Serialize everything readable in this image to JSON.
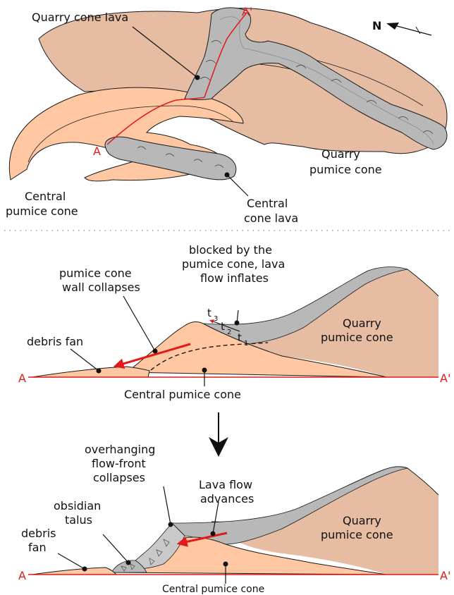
{
  "colors": {
    "central_cone": "#ffc8a2",
    "quarry_cone": "#e6bca2",
    "lava": "#b8b8b8",
    "lava_dark": "#8d8d8d",
    "section_line": "#e21a1a",
    "arrow": "#e21a1a",
    "outline": "#1a1a1a"
  },
  "map_view": {
    "quarry_lava_label": "Quarry cone lava",
    "north_label": "N",
    "section_start": "A",
    "section_end": "A'",
    "quarry_cone_label": [
      "Quarry",
      "pumice cone"
    ],
    "central_cone_label": [
      "Central",
      "pumice cone"
    ],
    "central_lava_label": [
      "Central",
      "cone lava"
    ]
  },
  "section1": {
    "blocked_label": [
      "blocked by the",
      "pumice cone, lava",
      "flow inflates"
    ],
    "wall_collapse_label": [
      "pumice cone",
      "wall collapses"
    ],
    "debris_label": "debris fan",
    "time_labels": {
      "t3": "t",
      "t3_sub": "3",
      "t2": "t",
      "t2_sub": "2",
      "t1": "t",
      "t1_sub": "1"
    },
    "quarry_cone_label": [
      "Quarry",
      "pumice cone"
    ],
    "central_cone_label": "Central pumice cone",
    "section_start": "A",
    "section_end": "A'"
  },
  "section2": {
    "overhang_label": [
      "overhanging",
      "flow-front",
      "collapses"
    ],
    "advance_label": [
      "Lava flow",
      "advances"
    ],
    "talus_label": [
      "obsidian",
      "talus"
    ],
    "debris_label": [
      "debris",
      "fan"
    ],
    "quarry_cone_label": [
      "Quarry",
      "pumice cone"
    ],
    "central_cone_label": "Central pumice cone",
    "section_start": "A",
    "section_end": "A'"
  },
  "icons": [
    "north-arrow-icon",
    "down-arrow-icon",
    "flow-arrow-icon"
  ]
}
